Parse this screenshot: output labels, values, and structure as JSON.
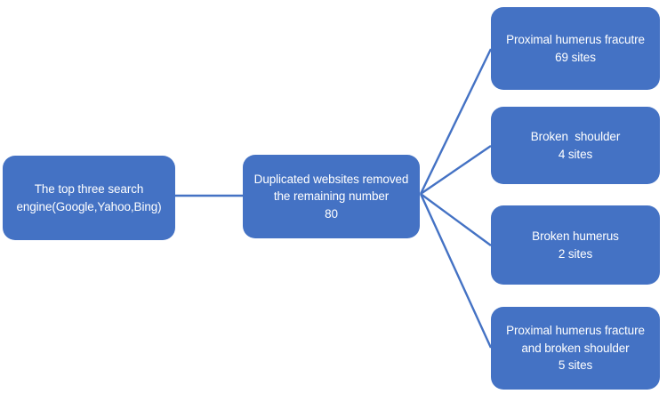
{
  "diagram": {
    "type": "flowchart",
    "accent_color": "#4472C4",
    "connector_color": "#4472C4",
    "text_color": "#FFFFFF",
    "background_color": "#FFFFFF",
    "source": {
      "lines": [
        "The top three search",
        "engine(Google,Yahoo,Bing)"
      ]
    },
    "dedup": {
      "lines": [
        "Duplicated websites removed",
        "the remaining number",
        "80"
      ],
      "remaining_count": 80
    },
    "outcomes": [
      {
        "label": "Proximal humerus fracutre",
        "count_label": "69 sites",
        "count": 69
      },
      {
        "label": "Broken  shoulder",
        "count_label": "4 sites",
        "count": 4
      },
      {
        "label": "Broken humerus",
        "count_label": "2 sites",
        "count": 2
      },
      {
        "label": "Proximal humerus fracture",
        "label_line2": "and broken shoulder",
        "count_label": "5 sites",
        "count": 5
      }
    ]
  }
}
